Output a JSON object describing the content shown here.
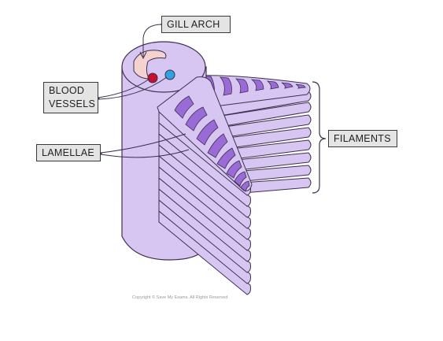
{
  "labels": {
    "gill_arch": "GILL  ARCH",
    "blood_vessels_line1": "BLOOD",
    "blood_vessels_line2": "VESSELS",
    "lamellae": "LAMELLAE",
    "filaments": "FILAMENTS"
  },
  "copyright": "Copyright © Save My Exams. All Rights Reserved",
  "colors": {
    "filament_fill": "#d8c6f2",
    "filament_stroke": "#3c2f4f",
    "lamella_fill": "#9a6ad6",
    "arch_fill": "#f3d2cf",
    "vessel_red": "#c8102e",
    "vessel_blue": "#2ea3e0",
    "label_bg": "#e4e4e4"
  }
}
